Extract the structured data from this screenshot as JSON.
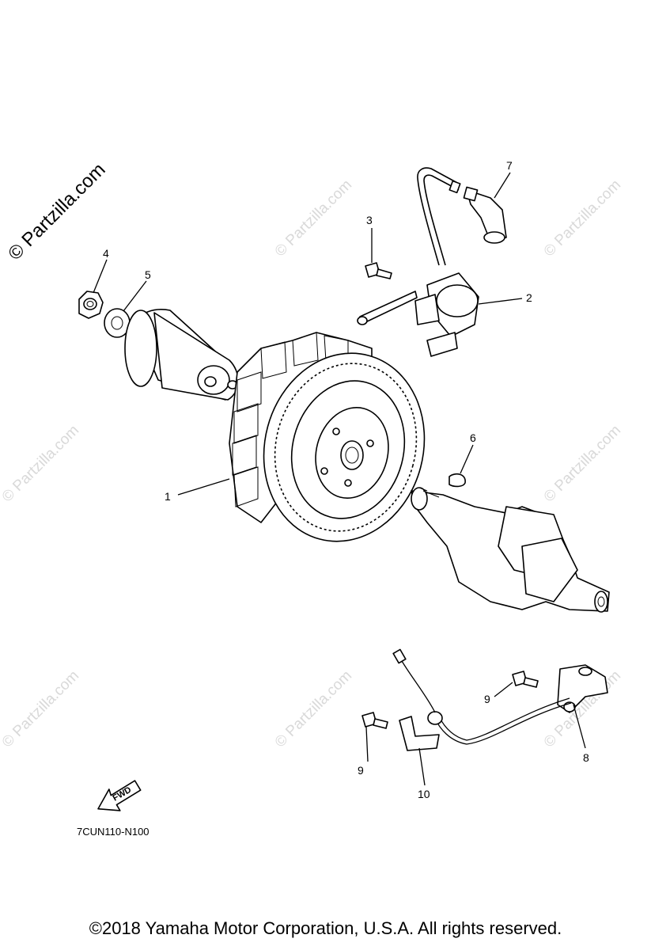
{
  "watermark": {
    "main": "© Partzilla.com",
    "faint": "© Partzilla.com"
  },
  "callouts": [
    {
      "id": "1",
      "label": "1"
    },
    {
      "id": "2",
      "label": "2"
    },
    {
      "id": "3",
      "label": "3"
    },
    {
      "id": "4",
      "label": "4"
    },
    {
      "id": "5",
      "label": "5"
    },
    {
      "id": "6",
      "label": "6"
    },
    {
      "id": "7",
      "label": "7"
    },
    {
      "id": "8",
      "label": "8"
    },
    {
      "id": "9a",
      "label": "9"
    },
    {
      "id": "9b",
      "label": "9"
    },
    {
      "id": "10",
      "label": "10"
    }
  ],
  "fwd_label": "FWD",
  "diagram_code": "7CUN110-N100",
  "copyright": "©2018  Yamaha Motor Corporation, U.S.A. All rights reserved."
}
